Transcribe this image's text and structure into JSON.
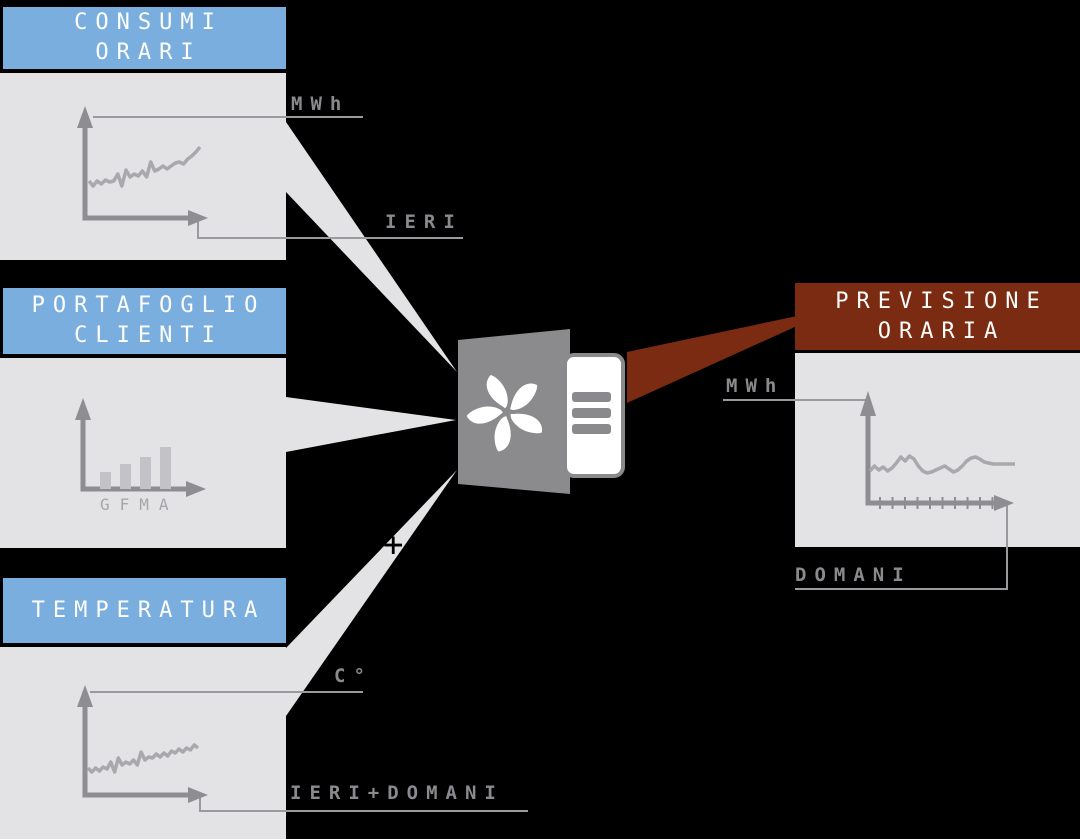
{
  "diagram": {
    "background": "#000000",
    "colors": {
      "input_header_blue": "#7AAEDE",
      "output_header_red": "#7B2B12",
      "panel_gray": "#E3E3E5",
      "beam_gray": "#E3E3E5",
      "icon_gray": "#8B8B8E",
      "axis_gray": "#8D8D92",
      "sketch_line_gray": "#A9A9AD",
      "bar_gray": "#C3C3C7",
      "label_gray": "#8A8A8E",
      "header_text": "#FFFFFF"
    },
    "inputs": [
      {
        "id": "consumi",
        "title_line1": "CONSUMI",
        "title_line2": "ORARI",
        "y_axis_label": "MWh",
        "x_axis_label": "IERI"
      },
      {
        "id": "portafoglio",
        "title_line1": "PORTAFOGLIO",
        "title_line2": "CLIENTI"
      },
      {
        "id": "temperatura",
        "title_line1": "TEMPERATURA",
        "y_axis_label": "C°",
        "x_axis_label": "IERI+DOMANI"
      }
    ],
    "combine_symbol": "+",
    "processor": {
      "icon": "fan-document-icon"
    },
    "output": {
      "id": "previsione",
      "title_line1": "PREVISIONE",
      "title_line2": "ORARIA",
      "y_axis_label": "MWh",
      "x_axis_label": "DOMANI"
    }
  },
  "chart_data": [
    {
      "id": "consumi",
      "type": "line",
      "title": "CONSUMI ORARI",
      "ylabel": "MWh",
      "xlabel": "IERI",
      "grid": false,
      "legend": "none",
      "values": [
        0.37,
        0.32,
        0.37,
        0.34,
        0.38,
        0.36,
        0.37,
        0.44,
        0.32,
        0.48,
        0.41,
        0.44,
        0.42,
        0.47,
        0.41,
        0.56,
        0.47,
        0.49,
        0.52,
        0.49,
        0.52,
        0.55,
        0.56,
        0.54,
        0.59,
        0.62,
        0.66,
        0.71
      ]
    },
    {
      "id": "portafoglio",
      "type": "bar",
      "title": "PORTAFOGLIO CLIENTI",
      "categories": [
        "G",
        "F",
        "M",
        "A"
      ],
      "values": [
        0.17,
        0.25,
        0.32,
        0.42
      ],
      "grid": false,
      "legend": "none"
    },
    {
      "id": "temperatura",
      "type": "line",
      "title": "TEMPERATURA",
      "ylabel": "C°",
      "xlabel": "IERI+DOMANI",
      "grid": false,
      "legend": "none",
      "values": [
        0.27,
        0.23,
        0.27,
        0.24,
        0.28,
        0.26,
        0.33,
        0.23,
        0.37,
        0.3,
        0.33,
        0.31,
        0.35,
        0.3,
        0.43,
        0.35,
        0.38,
        0.37,
        0.41,
        0.38,
        0.42,
        0.39,
        0.44,
        0.42,
        0.46,
        0.43,
        0.47,
        0.45,
        0.5,
        0.47
      ]
    },
    {
      "id": "previsione",
      "type": "line",
      "title": "PREVISIONE ORARIA",
      "ylabel": "MWh",
      "xlabel": "DOMANI",
      "grid": false,
      "legend": "none",
      "values": [
        0.32,
        0.37,
        0.33,
        0.36,
        0.32,
        0.35,
        0.4,
        0.46,
        0.42,
        0.47,
        0.44,
        0.37,
        0.32,
        0.3,
        0.31,
        0.33,
        0.35,
        0.37,
        0.34,
        0.31,
        0.33,
        0.37,
        0.42,
        0.45,
        0.46,
        0.44,
        0.41,
        0.4,
        0.39,
        0.39,
        0.39,
        0.39,
        0.39,
        0.39
      ]
    }
  ]
}
